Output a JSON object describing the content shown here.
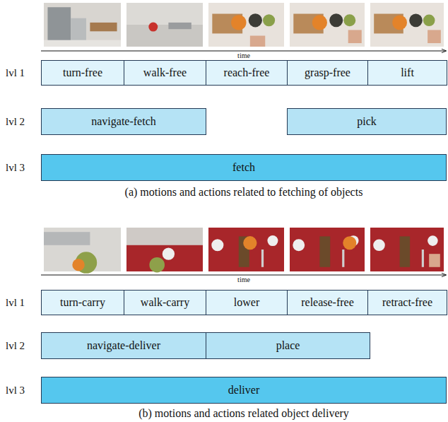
{
  "diagram": {
    "nodes": [
      {
        "text": [
          "turn-free"
        ]
      },
      {
        "text": [
          "walk-free"
        ]
      },
      {
        "text": [
          "reach-free"
        ]
      },
      {
        "text": [
          "grasp-free"
        ]
      },
      {
        "text": [
          "lift"
        ]
      },
      {
        "text": [
          "navigate-fetch"
        ]
      },
      {
        "text": [
          "pick"
        ]
      },
      {
        "text": [
          "fetch"
        ]
      },
      {
        "text": [
          "turn-carry"
        ]
      },
      {
        "text": [
          "walk-carry"
        ]
      },
      {
        "text": [
          "lower"
        ]
      },
      {
        "text": [
          "release-free"
        ]
      },
      {
        "text": [
          "retract-free"
        ]
      },
      {
        "text": [
          "navigate-deliver"
        ]
      },
      {
        "text": [
          "place"
        ]
      },
      {
        "text": [
          "deliver"
        ]
      }
    ],
    "labels": [
      "time",
      "lvl 1",
      "lvl 2",
      "lvl 3",
      "(a) motions and actions related to fetching of objects",
      "time",
      "lvl 1",
      "lvl 2",
      "lvl 3",
      "(b) motions and actions related object delivery"
    ]
  }
}
